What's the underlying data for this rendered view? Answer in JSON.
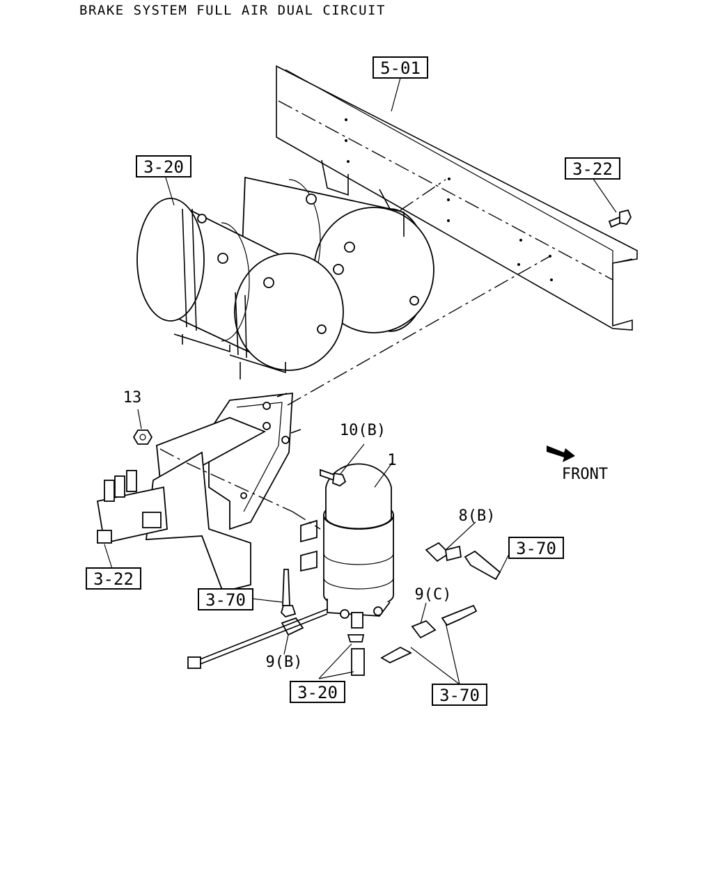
{
  "title": "BRAKE SYSTEM FULL AIR DUAL CIRCUIT",
  "callouts": {
    "frame_ref": "5-01",
    "tank_ref": "3-20",
    "bolt_ref": "3-22",
    "valve_ref": "3-22",
    "pipe_ref_right": "3-70",
    "pipe_ref_left": "3-70",
    "drain_ref": "3-20",
    "pipe_ref_bottom": "3-70"
  },
  "part_numbers": {
    "nut": "13",
    "bolt": "10(B)",
    "dryer": "1",
    "elbow_b": "8(B)",
    "connector_c": "9(C)",
    "connector_b": "9(B)"
  },
  "direction_label": "FRONT"
}
